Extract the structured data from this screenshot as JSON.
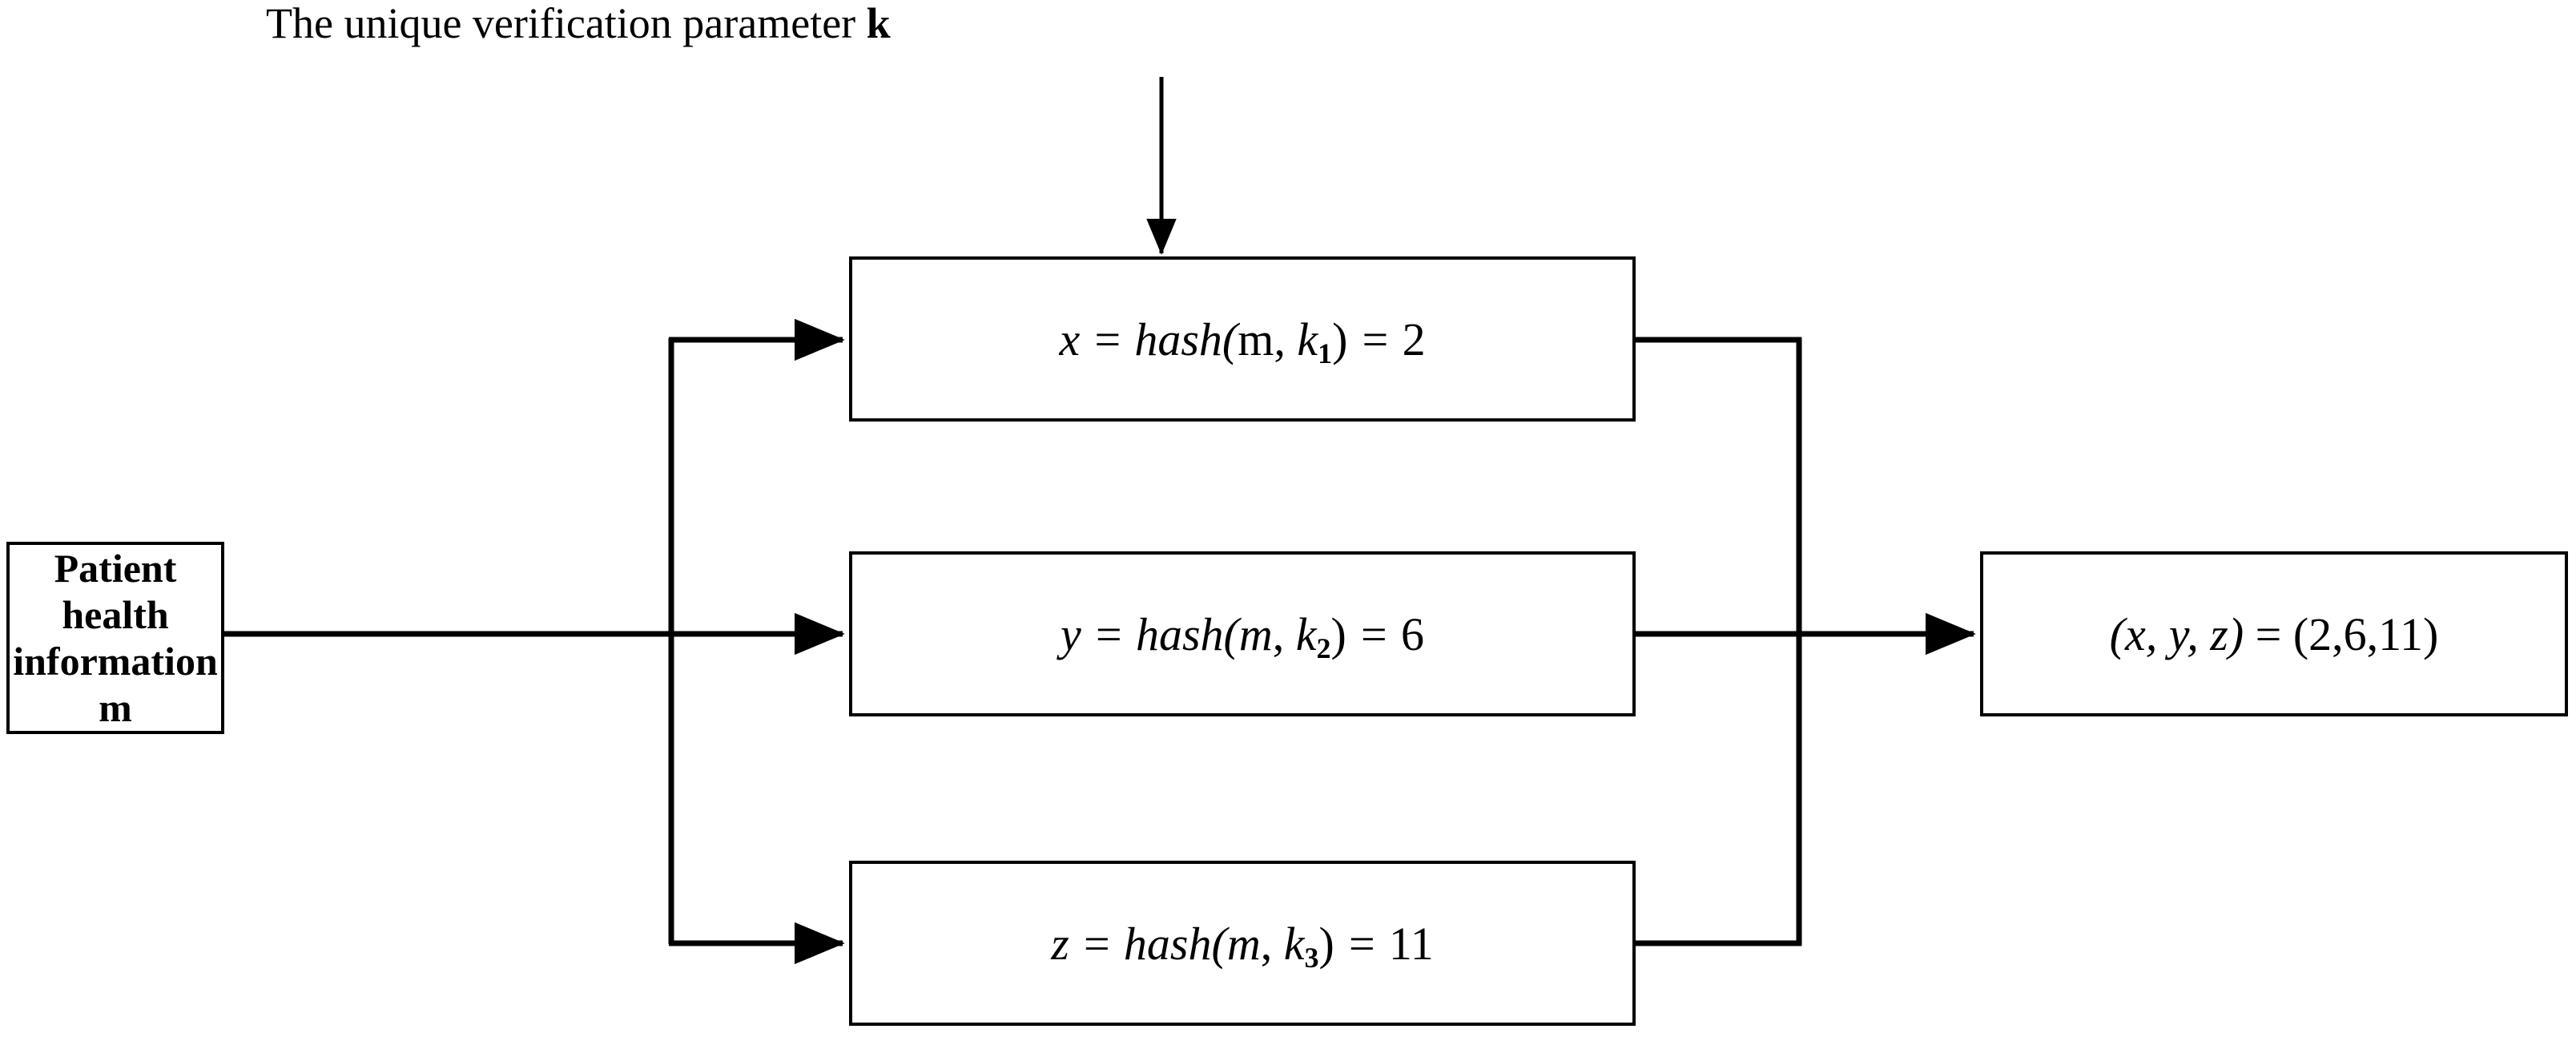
{
  "diagram": {
    "caption": {
      "text_prefix": "The unique verification parameter ",
      "text_param": "k",
      "full": "The unique verification parameter k"
    },
    "source_box": {
      "line1": "Patient health",
      "line2": "information m"
    },
    "hash_boxes": [
      {
        "id": "hash-x",
        "output_var": "x",
        "function": "hash",
        "arg_message": "m",
        "arg_key": "k",
        "key_index": "1",
        "result": "2",
        "equation": "x = hash(m, k1) = 2"
      },
      {
        "id": "hash-y",
        "output_var": "y",
        "function": "hash",
        "arg_message": "m",
        "arg_key": "k",
        "key_index": "2",
        "result": "6",
        "equation": "y = hash(m, k2) = 6"
      },
      {
        "id": "hash-z",
        "output_var": "z",
        "function": "hash",
        "arg_message": "m",
        "arg_key": "k",
        "key_index": "3",
        "result": "11",
        "equation": "z = hash(m, k3) = 11"
      }
    ],
    "result_box": {
      "tuple_vars": "(x, y, z)",
      "equals": "=",
      "tuple_values": "(2,6,11)",
      "equation": "(x, y, z) = (2,6,11)"
    },
    "connectors": {
      "key_arrow": "key-input-arrow",
      "fanout": "message-fanout",
      "fanin": "results-fanin"
    },
    "colors": {
      "stroke": "#000000",
      "fill": "#ffffff",
      "text": "#000000"
    }
  }
}
